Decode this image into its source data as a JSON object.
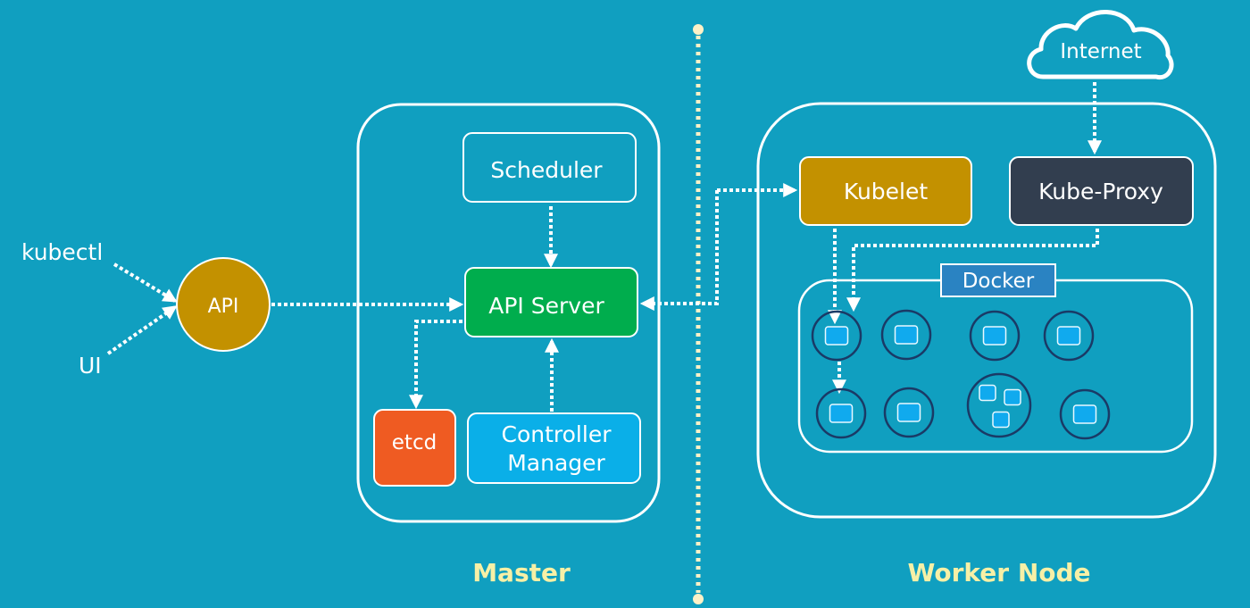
{
  "colors": {
    "background": "#109fc0",
    "line": "#ffffff",
    "divider": "#fdf1c7",
    "api_gateway": "#c39100",
    "api_server": "#00ad4d",
    "etcd": "#ef5b22",
    "controller_manager": "#0aafe8",
    "kubelet": "#c39100",
    "kube_proxy": "#323e4f",
    "docker_label_bg": "#2a83c2",
    "pod_ring": "#1a3a66",
    "container_fill": "#10aaee",
    "section_title": "#f7f0a6"
  },
  "clients": {
    "kubectl": "kubectl",
    "ui": "UI"
  },
  "api_gateway": {
    "label": "API"
  },
  "master": {
    "title": "Master",
    "scheduler": "Scheduler",
    "api_server": "API Server",
    "etcd": "etcd",
    "controller_manager_line1": "Controller",
    "controller_manager_line2": "Manager"
  },
  "worker": {
    "title": "Worker Node",
    "internet": "Internet",
    "kubelet": "Kubelet",
    "kube_proxy": "Kube-Proxy",
    "docker": "Docker",
    "pods": [
      {
        "containers": 1
      },
      {
        "containers": 1
      },
      {
        "containers": 1
      },
      {
        "containers": 1
      },
      {
        "containers": 1
      },
      {
        "containers": 1
      },
      {
        "containers": 3
      },
      {
        "containers": 1
      }
    ]
  }
}
